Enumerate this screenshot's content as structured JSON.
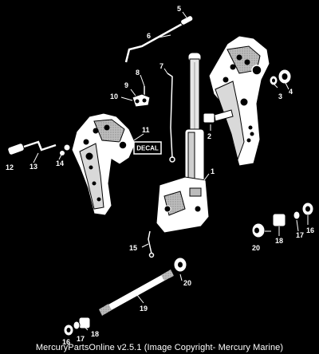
{
  "decal_label": "DECAL",
  "caption": "MercuryPartsOnline v2.5.1 (Image Copyright- Mercury Marine)",
  "callouts": [
    "5",
    "6",
    "7",
    "8",
    "9",
    "10",
    "11",
    "12",
    "13",
    "14",
    "1",
    "2",
    "3",
    "4",
    "15",
    "16",
    "17",
    "18",
    "19",
    "20",
    "18",
    "17",
    "16",
    "20"
  ],
  "colors": {
    "background": "#000000",
    "linework": "#ffffff",
    "shading": "#b8b8b8"
  }
}
